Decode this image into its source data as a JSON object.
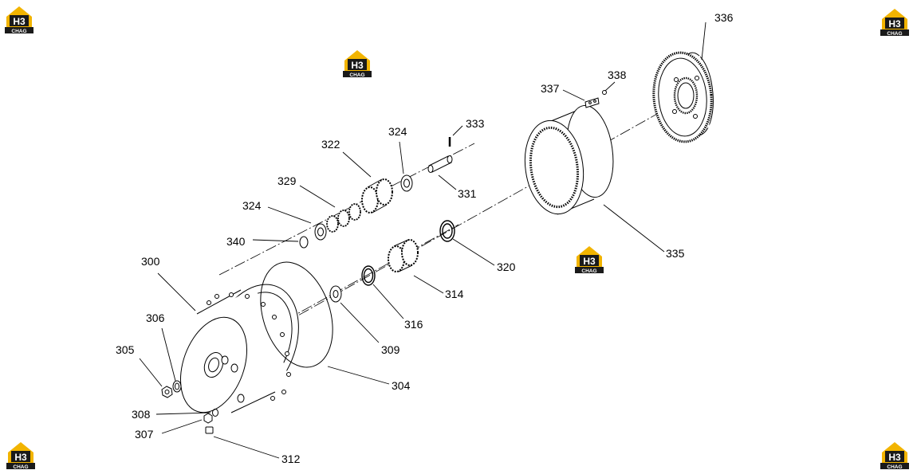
{
  "logos": [
    {
      "mark": "H3",
      "caption": "CHAG"
    },
    {
      "mark": "H3",
      "caption": "CHAG"
    },
    {
      "mark": "H3",
      "caption": "CHAG"
    },
    {
      "mark": "H3",
      "caption": "CHAG"
    },
    {
      "mark": "H3",
      "caption": "CHAG"
    },
    {
      "mark": "H3",
      "caption": "CHAG"
    }
  ],
  "callouts": {
    "c300": "300",
    "c304": "304",
    "c305": "305",
    "c306": "306",
    "c307": "307",
    "c308": "308",
    "c309": "309",
    "c312": "312",
    "c314": "314",
    "c316": "316",
    "c320": "320",
    "c322": "322",
    "c324a": "324",
    "c324b": "324",
    "c329": "329",
    "c331": "331",
    "c333": "333",
    "c335": "335",
    "c336": "336",
    "c337": "337",
    "c338": "338",
    "c340": "340"
  },
  "colors": {
    "logo_gold": "#f2b400",
    "logo_black": "#1a1a1a",
    "line": "#000000"
  }
}
